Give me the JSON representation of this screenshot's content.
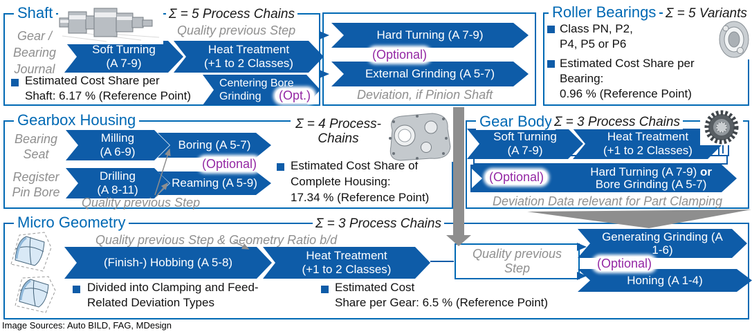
{
  "colors": {
    "accent_blue": "#0069b4",
    "arrow_blue": "#0e5ca8",
    "optional_purple": "#9428a4",
    "note_gray": "#8f8f8f",
    "connector_gray": "#8e8e8e"
  },
  "footer": {
    "text": "Image Sources: Auto BILD, FAG, MDesign"
  },
  "shaft": {
    "title": "Shaft",
    "sigma": "Σ = 5 Process Chains",
    "quality_note": "Quality previous Step",
    "side_label": [
      "Gear /",
      "Bearing",
      "Journal"
    ],
    "soft_turning": [
      "Soft Turning",
      "(A 7-9)"
    ],
    "heat_treatment": [
      "Heat Treatment",
      "(+1 to 2 Classes)"
    ],
    "centering": [
      "Centering Bore",
      "Grinding"
    ],
    "centering_opt": "(Opt.)",
    "cost": [
      "Estimated Cost Share per",
      "Shaft: 6.17 % (Reference Point)"
    ]
  },
  "pinion": {
    "hard_turning": "Hard Turning (A 7-9)",
    "optional": "(Optional)",
    "external_grinding": "External Grinding (A 5-7)",
    "note": "Deviation, if Pinion Shaft"
  },
  "bearings": {
    "title": "Roller Bearings",
    "sigma": "Σ = 5 Variants",
    "classes": [
      "Class PN, P2,",
      "P4, P5 or P6"
    ],
    "cost": [
      "Estimated Cost Share per",
      "Bearing:",
      "0.96 % (Reference Point)"
    ]
  },
  "housing": {
    "title": "Gearbox Housing",
    "sigma": [
      "Σ = 4 Process-",
      "Chains"
    ],
    "side_top": [
      "Bearing",
      "Seat"
    ],
    "side_bottom": [
      "Register",
      "Pin Bore"
    ],
    "milling": [
      "Milling",
      "(A 6-9)"
    ],
    "boring": "Boring (A 5-7)",
    "optional": "(Optional)",
    "drilling": [
      "Drilling",
      "(A 8-11)"
    ],
    "reaming": "Reaming (A 5-9)",
    "quality_note": "Quality previous Step",
    "cost": [
      "Estimated Cost Share of",
      "Complete Housing:",
      "17.34 % (Reference Point)"
    ]
  },
  "gearbody": {
    "title": "Gear Body",
    "sigma": "Σ = 3 Process Chains",
    "soft_turning": [
      "Soft Turning",
      "(A 7-9)"
    ],
    "heat_treatment": [
      "Heat Treatment",
      "(+1 to 2 Classes)"
    ],
    "optional": "(Optional)",
    "finishing_l1a": "Hard Turning (A 7-9)",
    "finishing_l1b": "or",
    "finishing_l2": "Bore Grinding (A 5-7)",
    "note": "Deviation Data relevant for Part Clamping"
  },
  "micro": {
    "title": "Micro Geometry",
    "sigma": "Σ = 3 Process Chains",
    "quality_note": "Quality previous Step & Geometry Ratio b/d",
    "hobbing": "(Finish-) Hobbing (A 5-8)",
    "heat_treatment": [
      "Heat Treatment",
      "(+1 to 2 Classes)"
    ],
    "quality_box": [
      "Quality previous",
      "Step"
    ],
    "generating_grinding": [
      "Generating Grinding (A",
      "1-6)"
    ],
    "optional": "(Optional)",
    "honing": "Honing (A 1-4)",
    "deviation": [
      "Divided into Clamping and Feed-",
      "Related Deviation Types"
    ],
    "cost": [
      "Estimated Cost",
      "Share per Gear: 6.5 % (Reference Point)"
    ]
  }
}
